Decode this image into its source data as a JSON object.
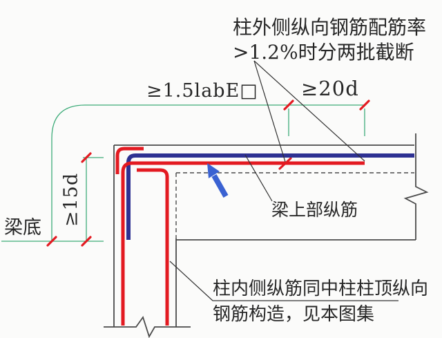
{
  "figure": {
    "type": "structural-rebar-detail",
    "notes": {
      "top_note": {
        "line1": "柱外侧纵向钢筋配筋率",
        "line2": ">1.2%时分两批截断"
      },
      "bottom_note": {
        "line1": "柱内侧纵筋同中柱柱顶纵向",
        "line2": "钢筋构造，见本图集"
      },
      "beam_top_bar_label": "梁上部纵筋",
      "beam_bottom_label": "梁底"
    },
    "dimensions": {
      "lap_length": "≥1.5labE□",
      "cutoff_stagger": "≥20d",
      "extension": "≥15d"
    },
    "colors": {
      "rebar_red": "#e31a21",
      "rebar_blue": "#2e3192",
      "dim_green": "#3cab78",
      "outline": "#4a4a4a",
      "leader": "#303030",
      "arrow_blue": "#3a62d2"
    }
  }
}
